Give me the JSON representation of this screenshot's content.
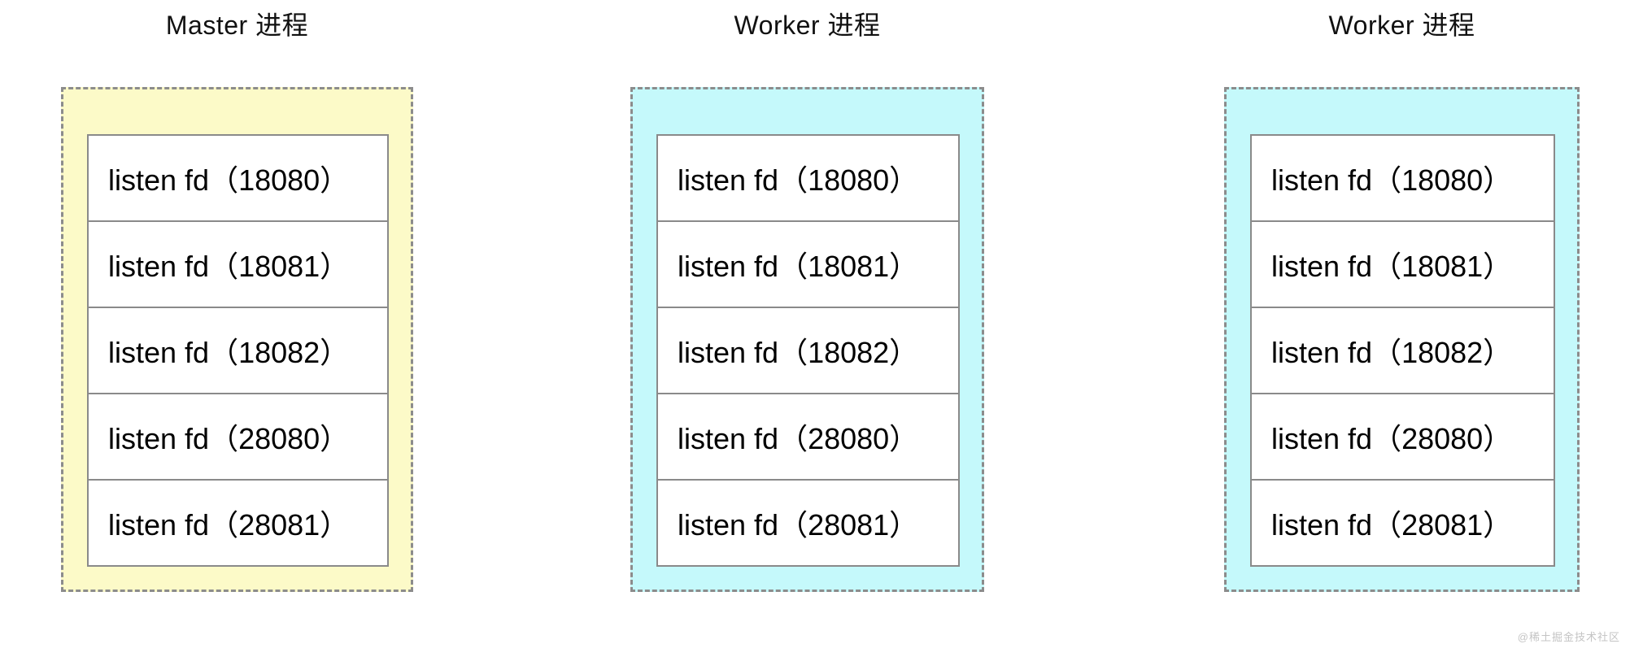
{
  "columns": [
    {
      "title": "Master 进程",
      "role": "master",
      "fds": [
        "listen fd（18080）",
        "listen fd（18081）",
        "listen fd（18082）",
        "listen fd（28080）",
        "listen fd（28081）"
      ]
    },
    {
      "title": "Worker 进程",
      "role": "worker",
      "fds": [
        "listen fd（18080）",
        "listen fd（18081）",
        "listen fd（18082）",
        "listen fd（28080）",
        "listen fd（28081）"
      ]
    },
    {
      "title": "Worker 进程",
      "role": "worker",
      "fds": [
        "listen fd（18080）",
        "listen fd（18081）",
        "listen fd（18082）",
        "listen fd（28080）",
        "listen fd（28081）"
      ]
    }
  ],
  "watermark": "@稀土掘金技术社区",
  "colors": {
    "master_bg": "#FCFAC8",
    "worker_bg": "#C5F9FB",
    "dashed_border": "#8C8C8C",
    "inner_border": "#8A8A8A",
    "text": "#000000",
    "watermark_text": "#C4C4C4"
  }
}
